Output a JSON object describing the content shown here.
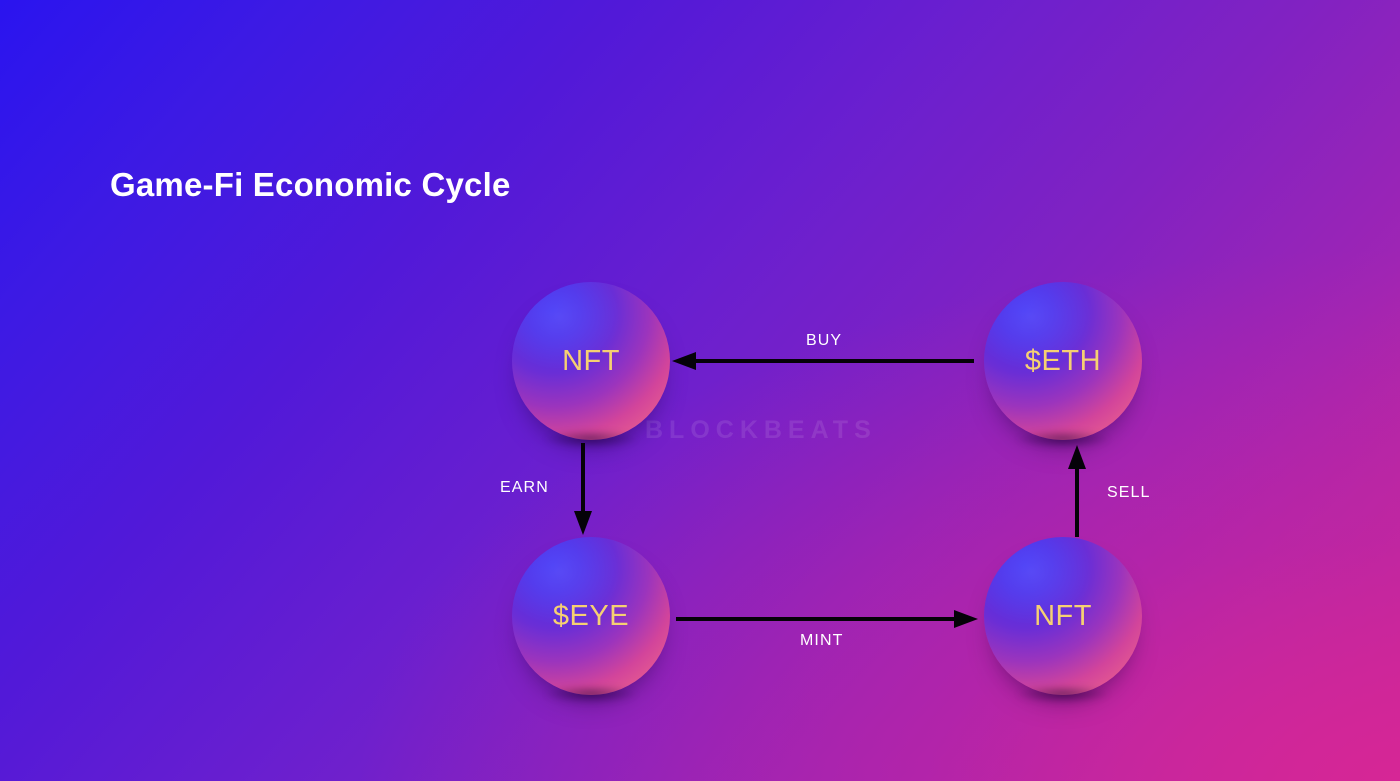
{
  "page": {
    "title": "Game-Fi Economic Cycle",
    "watermark": "BLOCKBEATS",
    "background": {
      "from": "#2a14ef",
      "mid": "#8122c2",
      "to": "#d42a91"
    },
    "accents": {
      "node_text": "#f6d072",
      "edge_text": "#ffffff",
      "arrow": "#000000",
      "title_text": "#ffffff"
    }
  },
  "diagram": {
    "type": "cycle",
    "nodes": [
      {
        "id": "nft-top",
        "label": "NFT",
        "position": "top-left"
      },
      {
        "id": "eth",
        "label": "$ETH",
        "position": "top-right"
      },
      {
        "id": "eye",
        "label": "$EYE",
        "position": "bottom-left"
      },
      {
        "id": "nft-bot",
        "label": "NFT",
        "position": "bottom-right"
      }
    ],
    "edges": [
      {
        "id": "buy",
        "label": "BUY",
        "from": "eth",
        "to": "nft-top",
        "direction": "left"
      },
      {
        "id": "earn",
        "label": "EARN",
        "from": "nft-top",
        "to": "eye",
        "direction": "down"
      },
      {
        "id": "mint",
        "label": "MINT",
        "from": "eye",
        "to": "nft-bot",
        "direction": "right"
      },
      {
        "id": "sell",
        "label": "SELL",
        "from": "nft-bot",
        "to": "eth",
        "direction": "up"
      }
    ]
  }
}
